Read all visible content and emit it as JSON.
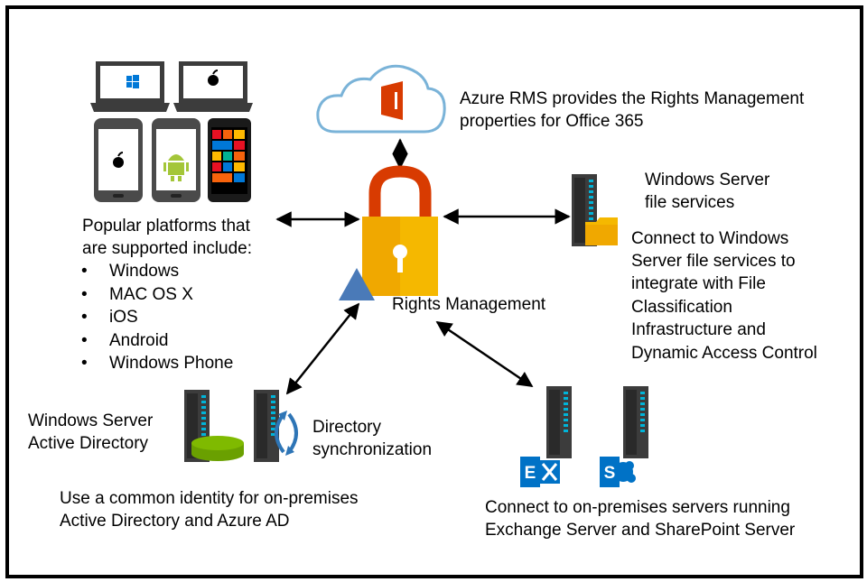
{
  "azure": {
    "line1": "Azure RMS provides the Rights Management",
    "line2": "properties for Office 365"
  },
  "center": {
    "label": "Rights Management"
  },
  "platforms": {
    "intro_line1": "Popular platforms that",
    "intro_line2": "are supported include:",
    "items": [
      "Windows",
      "MAC OS X",
      "iOS",
      "Android",
      "Windows Phone"
    ]
  },
  "file_server": {
    "title_line1": "Windows Server",
    "title_line2": "file services",
    "desc": [
      "Connect to Windows",
      "Server file services to",
      "integrate with File",
      "Classification",
      "Infrastructure and",
      "Dynamic Access Control"
    ]
  },
  "active_directory": {
    "title_line1": "Windows Server",
    "title_line2": "Active Directory",
    "sync_line1": "Directory",
    "sync_line2": "synchronization",
    "desc_line1": "Use a common identity for on-premises",
    "desc_line2": "Active Directory and Azure AD"
  },
  "onprem": {
    "desc_line1": "Connect to on-premises servers running",
    "desc_line2": "Exchange Server and SharePoint Server",
    "exchange_letter": "E",
    "sharepoint_letter": "S"
  },
  "colors": {
    "lock_body": "#f5b800",
    "lock_shackle": "#d83b01",
    "office_red": "#d83b01",
    "server_dark": "#3c3c3c",
    "server_led": "#00b4d8",
    "folder": "#f5b800",
    "database": "#7fba00",
    "azure_triangle": "#4a7ab8",
    "exchange_blue": "#0072c6",
    "sharepoint_blue": "#0072c6",
    "android_green": "#a4c639",
    "cloud_stroke": "#7ab3d8"
  }
}
